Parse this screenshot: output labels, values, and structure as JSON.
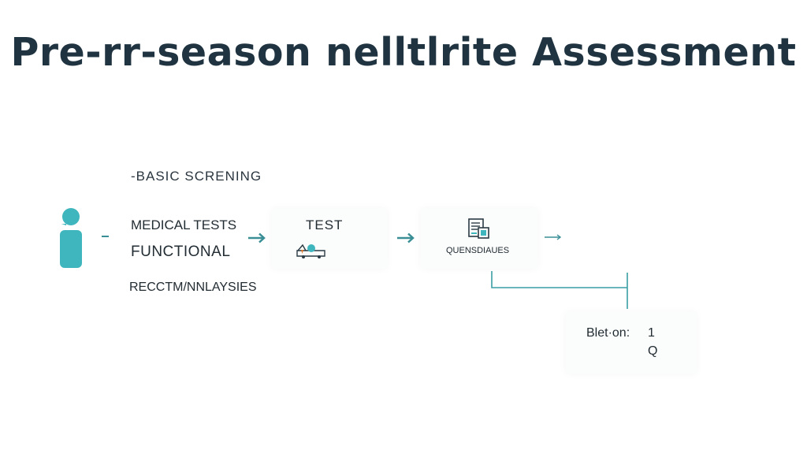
{
  "title": "Pre-rr-season nelltlrite Assessment",
  "section_label": "-BASIC SCRENING",
  "column1": {
    "line1": "MEDICAL TESTS",
    "line2": "FUNCTIONAL",
    "line3": "RECCTM/NNLAYSIES"
  },
  "test_box": {
    "label": "TEST",
    "icon": "ambulance-icon"
  },
  "questionnaire_box": {
    "label": "QUENSDIAUES",
    "icon": "document-chart-icon"
  },
  "result_box": {
    "label": "Blet·on:",
    "value": "1",
    "sub": "Q"
  },
  "colors": {
    "accent": "#3a9ea5",
    "title": "#1f3340",
    "icon": "#3fb6bd"
  }
}
